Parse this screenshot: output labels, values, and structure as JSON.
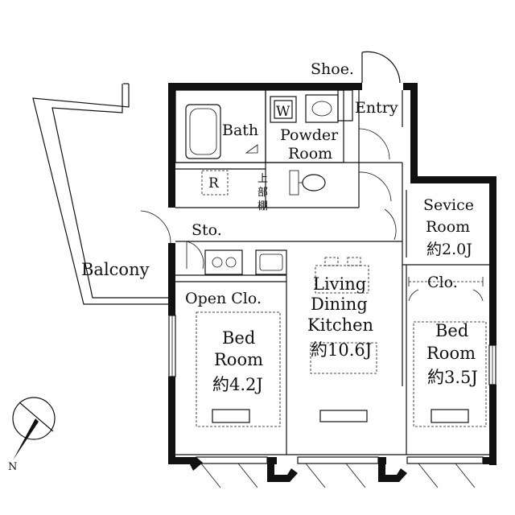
{
  "rooms": {
    "shoe": "Shoe.",
    "entry": "Entry",
    "bath": "Bath",
    "powder_w": "W",
    "powder_1": "Powder",
    "powder_2": "Room",
    "fridge": "R",
    "shelf_1": "上",
    "shelf_2": "部",
    "shelf_3": "棚",
    "storage": "Sto.",
    "balcony": "Balcony",
    "open_closet": "Open Clo.",
    "ldk_1": "Living",
    "ldk_2": "Dining",
    "ldk_3": "Kitchen",
    "ldk_size": "約10.6J",
    "service_1": "Sevice",
    "service_2": "Room",
    "service_size": "約2.0J",
    "closet": "Clo.",
    "bed_left_1": "Bed",
    "bed_left_2": "Room",
    "bed_left_size": "約4.2J",
    "bed_right_1": "Bed",
    "bed_right_2": "Room",
    "bed_right_size": "約3.5J"
  },
  "colors": {
    "wall": "#111111",
    "background": "#ffffff"
  },
  "icons": {
    "compass": "north-arrow-icon"
  }
}
